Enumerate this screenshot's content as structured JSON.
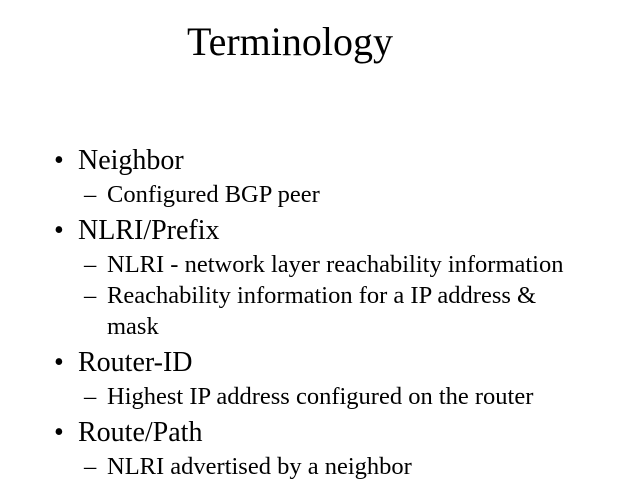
{
  "slide": {
    "title": "Terminology",
    "bullet_glyph": "•",
    "sub_glyph": "–",
    "bullets": [
      {
        "label": "Neighbor",
        "subs": [
          "Configured BGP peer"
        ]
      },
      {
        "label": "NLRI/Prefix",
        "subs": [
          "NLRI - network layer reachability information",
          "Reachability information for a IP address & mask"
        ]
      },
      {
        "label": "Router-ID",
        "subs": [
          "Highest IP address configured on the router"
        ]
      },
      {
        "label": "Route/Path",
        "subs": [
          "NLRI advertised by a neighbor"
        ]
      }
    ],
    "colors": {
      "background": "#ffffff",
      "text": "#000000"
    }
  }
}
